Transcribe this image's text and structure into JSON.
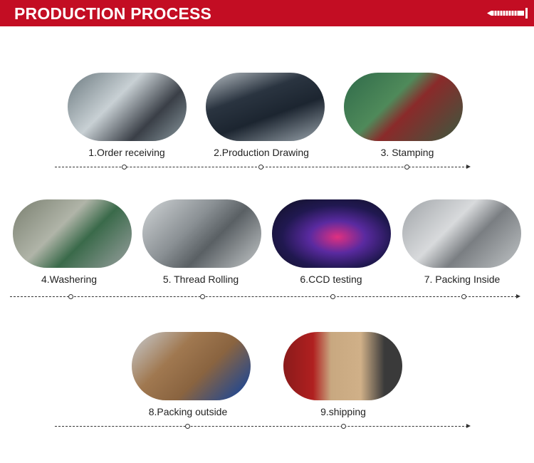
{
  "header": {
    "title": "PRODUCTION PROCESS",
    "icon": "screw-icon",
    "color": "#c30d23"
  },
  "steps": [
    {
      "label": "1.Order receiving"
    },
    {
      "label": "2.Production Drawing"
    },
    {
      "label": "3. Stamping"
    },
    {
      "label": "4.Washering"
    },
    {
      "label": "5. Thread Rolling"
    },
    {
      "label": "6.CCD testing"
    },
    {
      "label": "7. Packing Inside"
    },
    {
      "label": "8.Packing outside"
    },
    {
      "label": "9.shipping"
    }
  ]
}
